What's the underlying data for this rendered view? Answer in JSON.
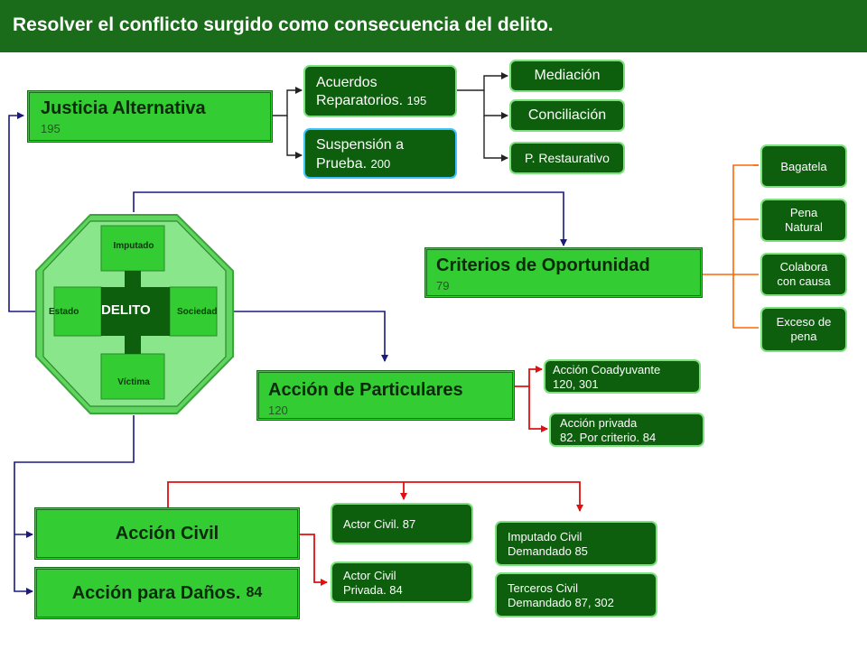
{
  "title": "Resolver el conflicto surgido como consecuencia del delito.",
  "justicia": {
    "label": "Justicia Alternativa",
    "num": "195"
  },
  "acuerdos": {
    "line1": "Acuerdos",
    "line2": "Reparatorios.",
    "num": "195"
  },
  "suspension": {
    "line1": "Suspensión a",
    "line2": "Prueba.",
    "num": "200"
  },
  "mediacion": "Mediación",
  "conciliacion": "Conciliación",
  "restaurativo": "P. Restaurativo",
  "criterios": {
    "label": "Criterios de Oportunidad",
    "num": "79"
  },
  "bagatela": "Bagatela",
  "pena_natural": {
    "line1": "Pena",
    "line2": "Natural"
  },
  "colabora": {
    "line1": "Colabora",
    "line2": "con causa"
  },
  "exceso": {
    "line1": "Exceso de",
    "line2": "pena"
  },
  "delito": {
    "center": "DELITO",
    "top": "Imputado",
    "left": "Estado",
    "right": "Sociedad",
    "bottom": "Víctima"
  },
  "particulares": {
    "label": "Acción de Particulares",
    "num": "120"
  },
  "coadyuvante": {
    "line1": "Acción  Coadyuvante",
    "line2": "120, 301"
  },
  "privada": {
    "line1": "Acción  privada",
    "line2": "82. Por criterio.  84"
  },
  "civil": "Acción Civil",
  "danos": {
    "label": "Acción para Daños.",
    "num": "84"
  },
  "actor_civil": "Actor Civil.  87",
  "actor_privada": {
    "line1": "Actor Civil",
    "line2": "Privada. 84"
  },
  "imputado_civil": {
    "line1": "Imputado  Civil",
    "line2": "Demandado 85"
  },
  "terceros_civil": {
    "line1": "Terceros  Civil",
    "line2": "Demandado 87, 302"
  },
  "colors": {
    "header": "#1a6b1a",
    "bright": "#33cc33",
    "dark": "#0d5e0d",
    "navy": "#1a1a80",
    "orange": "#ff6600",
    "red": "#e01010"
  }
}
